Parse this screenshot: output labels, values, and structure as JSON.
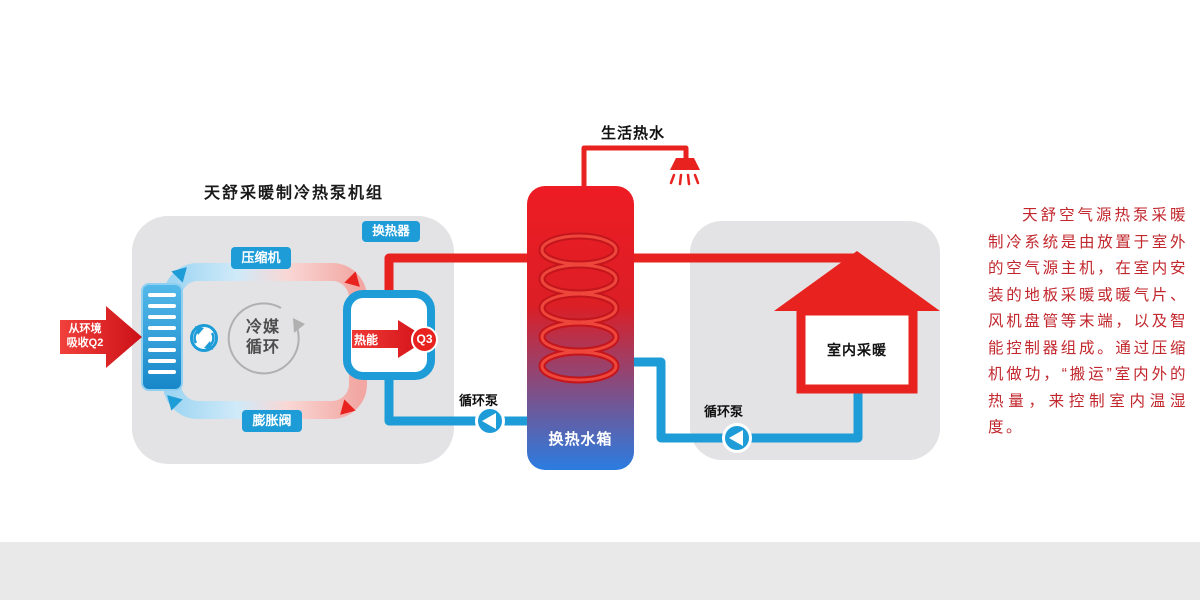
{
  "labels": {
    "unit_title": "天舒采暖制冷热泵机组",
    "compressor": "压缩机",
    "expansion_valve": "膨胀阀",
    "refrigerant_line1": "冷媒",
    "refrigerant_line2": "循环",
    "heat_exchanger": "换热器",
    "heat_energy": "热能",
    "q3": "Q3",
    "env_line1": "从环境",
    "env_line2": "吸收Q2",
    "domestic_hot_water": "生活热水",
    "tank": "换热水箱",
    "pump_left": "循环泵",
    "pump_right": "循环泵",
    "house": "室内采暖"
  },
  "description": "天舒空气源热泵采暖制冷系统是由放置于室外的空气源主机，在室内安装的地板采暖或暖气片、风机盘管等末端，以及智能控制器组成。通过压缩机做功，“搬运”室内外的热量，来控制室内温湿度。",
  "colors": {
    "hot": "#e8231f",
    "cold": "#1e9cd7",
    "panel": "#e3e3e5",
    "tank_top": "#ed1c24",
    "tank_bottom": "#2b7ce1",
    "description_text": "#c1272d",
    "footer": "#e9e9e9"
  }
}
